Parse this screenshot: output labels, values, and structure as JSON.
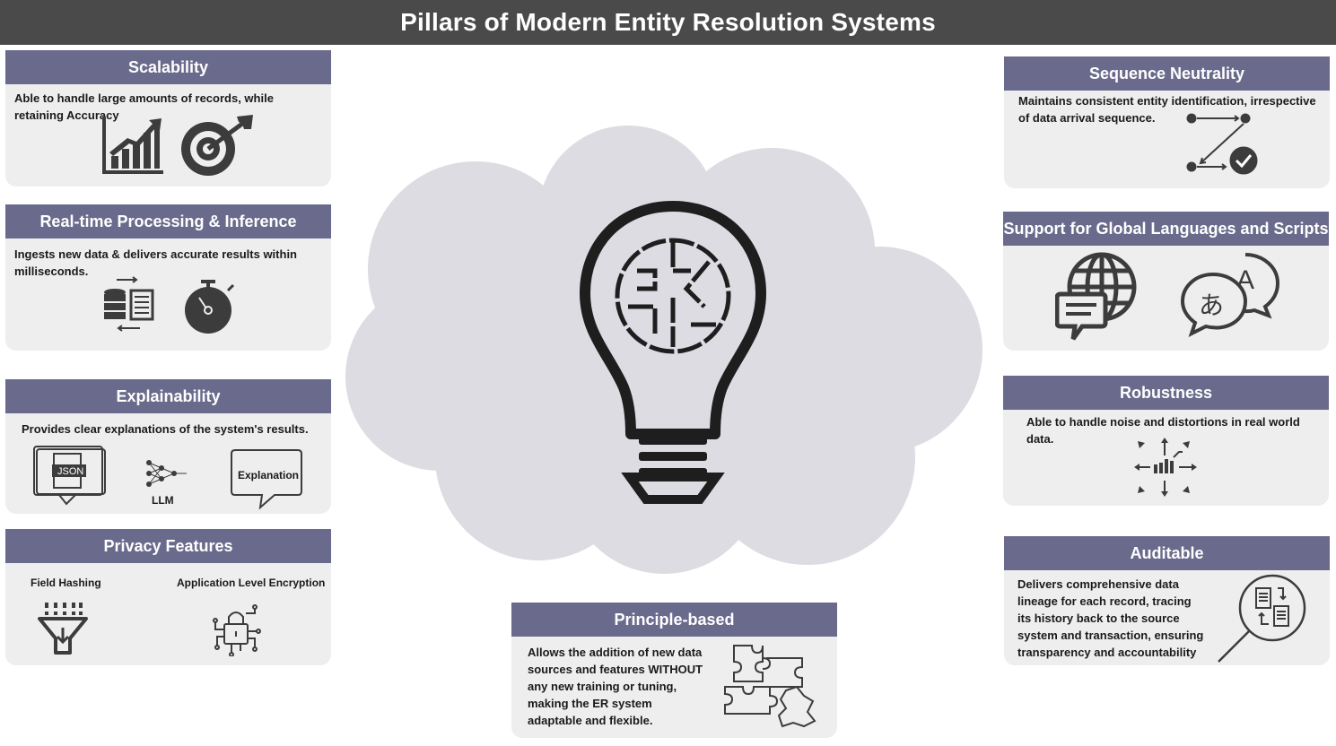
{
  "title": "Pillars of Modern Entity Resolution Systems",
  "pillars": {
    "scalability": {
      "title": "Scalability",
      "text": "Able to handle large amounts of records, while retaining Accuracy"
    },
    "realtime": {
      "title": "Real-time Processing & Inference",
      "text": "Ingests new data & delivers accurate results within milliseconds."
    },
    "explainability": {
      "title": "Explainability",
      "text": "Provides clear explanations of the system's results.",
      "json_label": "JSON",
      "llm_label": "LLM",
      "explanation_label": "Explanation"
    },
    "privacy": {
      "title": "Privacy Features",
      "field_hashing": "Field Hashing",
      "app_encryption": "Application Level Encryption"
    },
    "sequence": {
      "title": "Sequence Neutrality",
      "text": "Maintains consistent entity identification, irrespective of data arrival sequence."
    },
    "languages": {
      "title": "Support for Global Languages and Scripts"
    },
    "robustness": {
      "title": "Robustness",
      "text": "Able to handle noise and distortions in real world data."
    },
    "auditable": {
      "title": "Auditable",
      "text": "Delivers comprehensive data lineage for each record, tracing its history back to the source system and transaction, ensuring transparency and accountability"
    },
    "principle": {
      "title": "Principle-based",
      "text": "Allows the addition of new data sources and features WITHOUT any new training or tuning, making the ER system adaptable and flexible."
    }
  },
  "icons": {
    "chart": "bar-chart-up-icon",
    "target": "target-arrow-icon",
    "database": "database-icon",
    "stopwatch": "stopwatch-icon",
    "globe": "globe-chat-icon",
    "translate": "translate-icon",
    "bulb": "lightbulb-brain-icon",
    "puzzle": "puzzle-icon",
    "magnifier": "magnifier-documents-icon",
    "filter": "funnel-icon",
    "lock": "circuit-lock-icon"
  },
  "colors": {
    "header": "#4a4a4a",
    "card_head": "#6a6b8c",
    "card_body": "#eeeeef",
    "cloud": "#dcdce2",
    "icon": "#3c3c3c"
  }
}
